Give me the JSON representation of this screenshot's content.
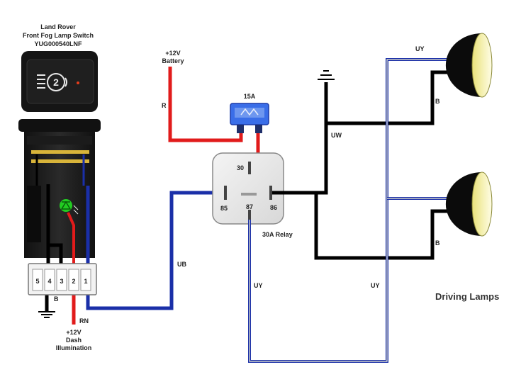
{
  "switch": {
    "title_line1": "Land Rover",
    "title_line2": "Front Fog Lamp Switch",
    "part_number": "YUG000540LNF",
    "icon_number": "2",
    "pins": [
      "5",
      "4",
      "3",
      "2",
      "1"
    ]
  },
  "battery": {
    "line1": "+12V",
    "line2": "Battery"
  },
  "dash": {
    "line1": "+12V",
    "line2": "Dash",
    "line3": "Illumination"
  },
  "fuse": {
    "rating": "15A"
  },
  "relay": {
    "label": "30A Relay",
    "pin_30": "30",
    "pin_85": "85",
    "pin_87": "87",
    "pin_86": "86"
  },
  "wires": {
    "red_battery": "R",
    "uw": "UW",
    "ub": "UB",
    "uy_left": "UY",
    "uy_right": "UY",
    "uy_top": "UY",
    "b_lamp_top": "B",
    "b_lamp_bottom": "B",
    "b_switch": "B",
    "rn": "RN"
  },
  "lamps": {
    "title": "Driving Lamps"
  },
  "colors": {
    "red": "#e11b1b",
    "blue": "#1a2fa8",
    "black": "#000000",
    "led_green": "#22cc22",
    "lamp_yellow": "#fbf7a8",
    "fuse_blue": "#3a6ee8",
    "relay_gray": "#e6e6e6"
  }
}
